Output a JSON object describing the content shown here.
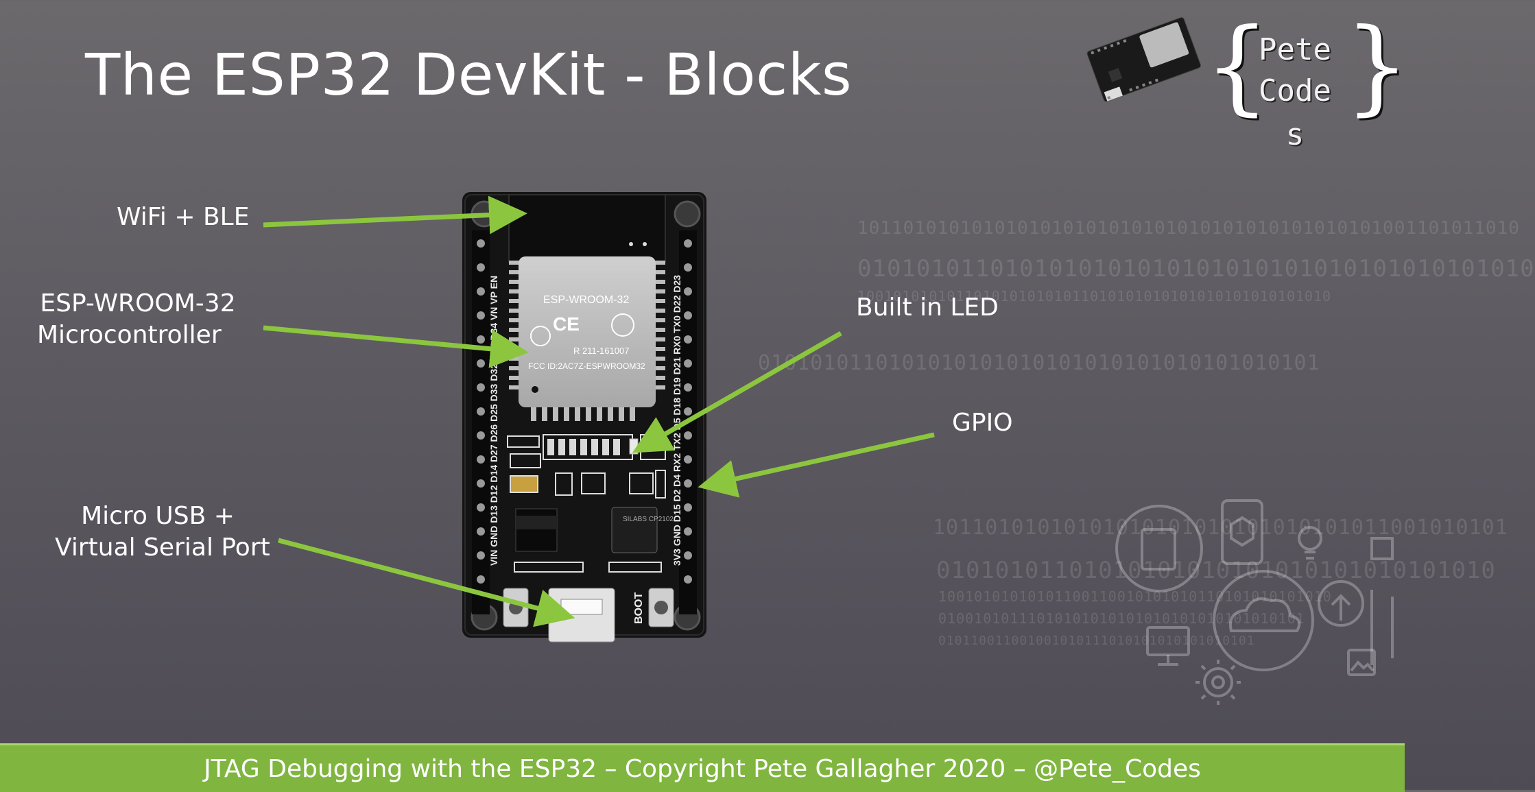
{
  "slide": {
    "title": "The ESP32 DevKit - Blocks",
    "labels": {
      "wifi": "WiFi + BLE",
      "module_line1": "ESP-WROOM-32",
      "module_line2": "Microcontroller",
      "usb_line1": "Micro USB +",
      "usb_line2": "Virtual Serial Port",
      "led": "Built in LED",
      "gpio": "GPIO"
    },
    "footer": "JTAG Debugging with the ESP32 – Copyright Pete Gallagher 2020 – @Pete_Codes"
  },
  "logo": {
    "line1": "Pete",
    "line2": "Code",
    "line3": "s",
    "brace_open": "{",
    "brace_close": "}"
  },
  "board": {
    "chip_brand": "ESP-WROOM-32",
    "chip_cert": "R 211-161007",
    "chip_fcc": "FCC ID:2AC7Z-ESPWROOM32",
    "usb_chip": "SILABS CP2102",
    "boot_label": "BOOT",
    "en_label": "EN",
    "left_pins": "VIN GND D13 D12 D14 D27 D26 D25 D33 D32 D35 D34 VN VP EN",
    "right_pins": "3V3 GND D15 D2 D4 RX2 TX2 D5 D18 D19 D21 RX0 TX0 D22 D23"
  },
  "background": {
    "binary_rows": [
      "1011010101010101010101010101010101010101010101001101011010",
      "0101010110101010101010101010101010101010101010",
      "10010101010110101010101011010101010101010101010101010",
      "0101010110101010101010101010101010101010101",
      "10110101010101010101010101010101011001010101",
      "01010101101010101010101010101010101010",
      "10010101010101100110010101010110101010101010",
      "01001010111010101010101010101010101010101",
      "010110011001001010111010101010101010101"
    ]
  },
  "colors": {
    "accent_green": "#80b640",
    "arrow_green": "#8cc63f",
    "footer_border": "#a8d86a"
  },
  "icons": [
    "office-icon",
    "phone-box-icon",
    "lightbulb-icon",
    "cloud-icon",
    "desktop-icon",
    "gear-icon",
    "upload-cloud-icon",
    "tablet-image-icon",
    "network-icon"
  ]
}
